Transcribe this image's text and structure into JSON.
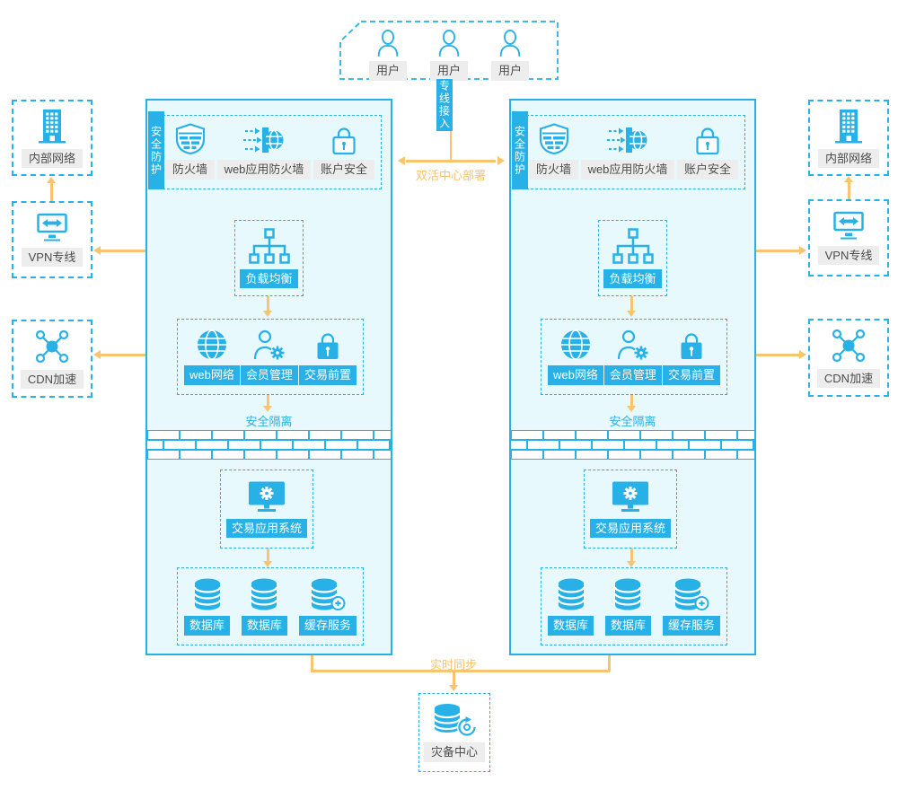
{
  "colors": {
    "blue": "#28b1e6",
    "light_fill": "#e7f9fd",
    "orange": "#f8c46f",
    "label_bg": "#ededed"
  },
  "top": {
    "users": [
      {
        "label": "用户"
      },
      {
        "label": "用户"
      },
      {
        "label": "用户"
      }
    ],
    "access_label": "专线接入",
    "deploy_label": "双活中心部署"
  },
  "side_left": {
    "internal": "内部网络",
    "vpn": "VPN专线",
    "cdn": "CDN加速"
  },
  "side_right": {
    "internal": "内部网络",
    "vpn": "VPN专线",
    "cdn": "CDN加速"
  },
  "datacenters": [
    {
      "protection_tab": "安全防护",
      "security_items": [
        {
          "label": "防火墙",
          "icon": "shield-firewall-icon"
        },
        {
          "label": "web应用防火墙",
          "icon": "web-app-firewall-icon"
        },
        {
          "label": "账户安全",
          "icon": "lock-icon"
        }
      ],
      "load_balancer": "负载均衡",
      "app_items": [
        {
          "label": "web网络",
          "icon": "globe-icon"
        },
        {
          "label": "会员管理",
          "icon": "member-gear-icon"
        },
        {
          "label": "交易前置",
          "icon": "lock-filled-icon"
        }
      ],
      "isolation": "安全隔离",
      "app_system": "交易应用系统",
      "data_items": [
        {
          "label": "数据库",
          "icon": "database-icon"
        },
        {
          "label": "数据库",
          "icon": "database-icon"
        },
        {
          "label": "缓存服务",
          "icon": "cache-database-icon"
        }
      ]
    },
    {
      "protection_tab": "安全防护",
      "security_items": [
        {
          "label": "防火墙",
          "icon": "shield-firewall-icon"
        },
        {
          "label": "web应用防火墙",
          "icon": "web-app-firewall-icon"
        },
        {
          "label": "账户安全",
          "icon": "lock-icon"
        }
      ],
      "load_balancer": "负载均衡",
      "app_items": [
        {
          "label": "web网络",
          "icon": "globe-icon"
        },
        {
          "label": "会员管理",
          "icon": "member-gear-icon"
        },
        {
          "label": "交易前置",
          "icon": "lock-filled-icon"
        }
      ],
      "isolation": "安全隔离",
      "app_system": "交易应用系统",
      "data_items": [
        {
          "label": "数据库",
          "icon": "database-icon"
        },
        {
          "label": "数据库",
          "icon": "database-icon"
        },
        {
          "label": "缓存服务",
          "icon": "cache-database-icon"
        }
      ]
    }
  ],
  "bottom": {
    "sync_label": "实时同步",
    "dr_label": "灾备中心"
  }
}
